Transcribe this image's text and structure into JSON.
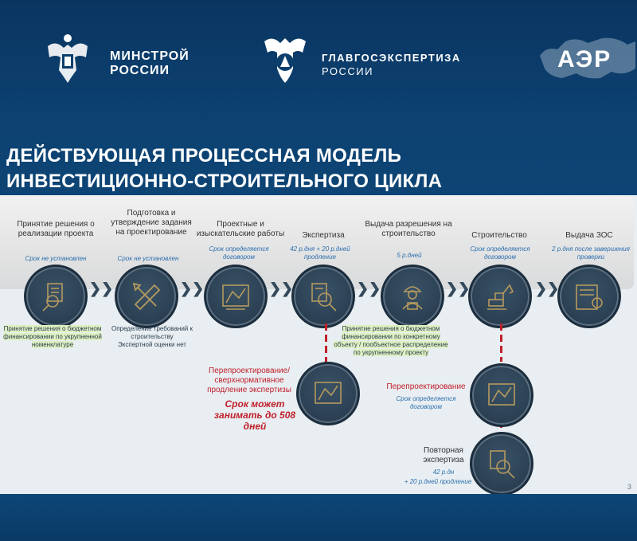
{
  "header": {
    "logo1": {
      "line1": "МИНСТРОЙ",
      "line2": "РОССИИ"
    },
    "logo2": {
      "line1": "ГЛАВГОСЭКСПЕРТИЗА",
      "line2": "РОССИИ"
    },
    "logo3": "АЭР"
  },
  "title": {
    "line1": "ДЕЙСТВУЮЩАЯ ПРОЦЕССНАЯ МОДЕЛЬ",
    "line2": "ИНВЕСТИЦИОННО-СТРОИТЕЛЬНОГО ЦИКЛА"
  },
  "steps": [
    {
      "title": "Принятие решения о реализации проекта",
      "term": "Срок не установлен",
      "icon": "document-magnifier-icon"
    },
    {
      "title": "Подготовка и утверждение задания на проектирование",
      "term": "Срок не установлен",
      "icon": "ruler-pencil-icon"
    },
    {
      "title": "Проектные и изыскательские работы",
      "term": "Срок определяется договором",
      "icon": "blueprint-icon"
    },
    {
      "title": "Экспертиза",
      "term": "42 р.дня + 20 р.дней продление",
      "icon": "document-search-icon"
    },
    {
      "title": "Выдача разрешения на строительство",
      "term": "5 р.дней",
      "icon": "engineer-icon"
    },
    {
      "title": "Строительство",
      "term": "Срок определяется договором",
      "icon": "excavator-icon"
    },
    {
      "title": "Выдача ЗОС",
      "term": "2 р.дня после завершения проверки",
      "icon": "document-stamp-icon"
    }
  ],
  "notes": {
    "note1": "Принятие решения о бюджетном финансировании по укрупненной номенклатуре",
    "note2a": "Определение требований к строительству",
    "note2b": "Экспертной оценки нет",
    "note3": "Принятие решения о бюджетном финансировании по конкретному объекту / пообъектное распределение по укрупненному проекту"
  },
  "redesign": {
    "text": "Перепроектирование/ сверхнормативное продление экспертизы",
    "bold": "Срок может занимать до 508 дней"
  },
  "redesign2": {
    "title": "Перепроектирование",
    "term": "Срок определяется договором"
  },
  "reexam": {
    "title": "Повторная экспертиза",
    "term1": "42 р.дн",
    "term2": "+ 20 р.дней продление"
  },
  "page_number": "3"
}
